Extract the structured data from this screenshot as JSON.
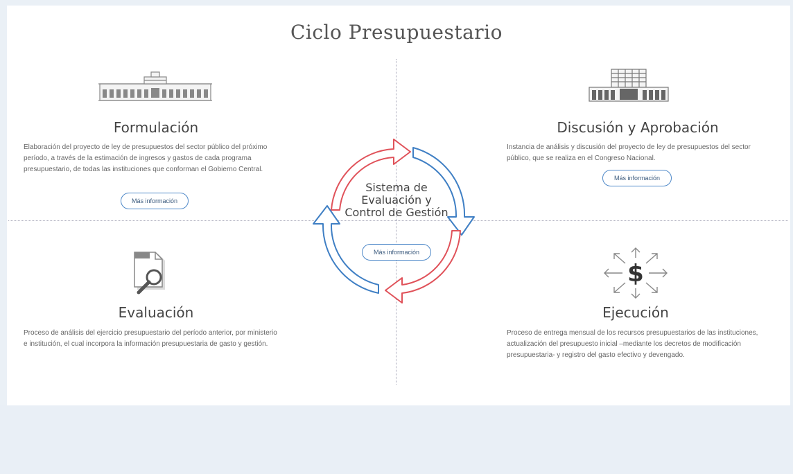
{
  "page": {
    "title": "Ciclo Presupuestario"
  },
  "quadrants": {
    "formulacion": {
      "heading": "Formulación",
      "description": "Elaboración del proyecto de ley de presupuestos del sector público del próximo período, a través de la estimación de ingresos y gastos de cada programa presupuestario, de todas las instituciones que conforman el Gobierno Central.",
      "button": "Más información",
      "icon": "government-building-icon"
    },
    "discusion": {
      "heading": "Discusión y Aprobación",
      "description": "Instancia de análisis y discusión del proyecto de ley de presupuestos del sector público, que se realiza en el Congreso Nacional.",
      "button": "Más información",
      "icon": "congress-building-icon"
    },
    "evaluacion": {
      "heading": "Evaluación",
      "description": "Proceso de análisis del ejercicio presupuestario del período anterior, por ministerio e institución, el cual incorpora la información presupuestaria de gasto y gestión.",
      "icon": "document-magnifier-icon"
    },
    "ejecucion": {
      "heading": "Ejecución",
      "description": "Proceso de entrega mensual de los recursos presupuestarios de las instituciones, actualización del presupuesto inicial –mediante los decretos de modificación presupuestaria- y registro del gasto efectivo y devengado.",
      "icon": "dollar-arrows-icon"
    }
  },
  "center": {
    "title": "Sistema de Evaluación y Control de Gestión",
    "button": "Más información"
  },
  "colors": {
    "red_arrow": "#e0525a",
    "blue_arrow": "#3f7fc4",
    "button_border": "#4e88c8"
  }
}
